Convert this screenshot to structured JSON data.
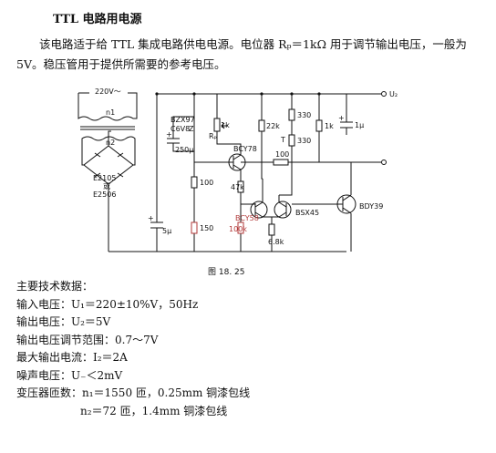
{
  "document": {
    "title": "TTL 电路用电源",
    "intro": "该电路适于给 TTL 集成电路供电电源。电位器 Rₚ＝1kΩ 用于调节输出电压，一般为 5V。稳压管用于提供所需要的参考电压。"
  },
  "schematic": {
    "ac_input": "220V～",
    "transformer": {
      "primary": "n1",
      "secondary": "n2"
    },
    "rectifier": {
      "part": "E2105",
      "alt_word": "或",
      "alt_part": "E2506"
    },
    "zener": {
      "part1": "BZX97",
      "part2": "C6V8",
      "symbol": "Z"
    },
    "capacitors": {
      "c1": "250μ",
      "c2": "5μ",
      "c3": "1μ"
    },
    "pot": {
      "value": "1k",
      "name": "Rₚ"
    },
    "resistors": {
      "r100a": "100",
      "r150": "150",
      "r47k": "47k",
      "r100k": "100k",
      "r68k": "6.8k",
      "r22k": "22k",
      "r330a": "330",
      "r330b": "330",
      "r1k": "1k",
      "r100b": "100"
    },
    "transistors": {
      "q1": "BCY78",
      "q2": "BCY58",
      "q3": "BSX45",
      "q4": "BDY39"
    },
    "output_label": "U₂",
    "pin_label": "T",
    "polarity_plus": "+"
  },
  "figure": {
    "caption": "图 18. 25"
  },
  "specs": {
    "heading": "主要技术数据：",
    "input_voltage": "输入电压：U₁＝220±10%V，50Hz",
    "output_voltage": "输出电压：U₂＝5V",
    "adjust_range": "输出电压调节范围：0.7～7V",
    "max_current": "最大输出电流：I₂＝2A",
    "noise_voltage": "噪声电压：U₋＜2mV",
    "turns_n1": "变压器匝数：n₁＝1550 匝，0.25mm 铜漆包线",
    "turns_n2": "n₂＝72 匝，1.4mm 铜漆包线"
  }
}
